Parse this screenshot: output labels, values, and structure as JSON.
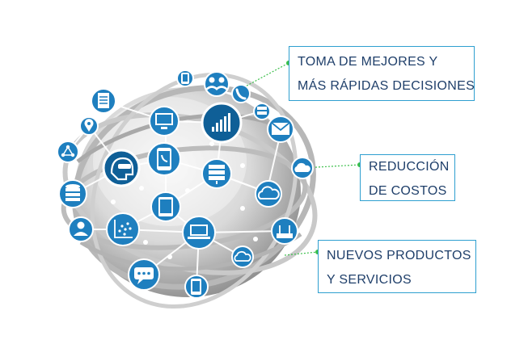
{
  "callouts": [
    {
      "lines": [
        "TOMA DE MEJORES Y",
        "MÁS RÁPIDAS DECISIONES"
      ]
    },
    {
      "lines": [
        "REDUCCIÓN",
        "DE COSTOS"
      ]
    },
    {
      "lines": [
        "NUEVOS PRODUCTOS",
        "Y SERVICIOS"
      ]
    }
  ],
  "colors": {
    "node_blue": "#1e7fbf",
    "node_dark": "#0f5f97",
    "callout_border": "#2e9fd0",
    "callout_text": "#1f3f6a",
    "connector_green": "#3bbf4a",
    "globe_light": "#f2f2f2",
    "globe_dark": "#9a9a9a"
  },
  "icons": [
    "phone-icon",
    "people-group-icon",
    "phone-small-icon",
    "document-icon",
    "monitor-icon",
    "bar-chart-icon",
    "server-small-icon",
    "email-icon",
    "location-pin-icon",
    "network-nodes-icon",
    "head-vr-icon",
    "smartphone-call-icon",
    "server-icon",
    "cloud-icon",
    "database-icon",
    "tablet-icon",
    "user-icon",
    "scatter-chart-icon",
    "laptop-icon",
    "router-icon",
    "cloud-small-icon",
    "chat-bubble-icon",
    "mobile-call-icon",
    "cloud-connect-icon"
  ]
}
